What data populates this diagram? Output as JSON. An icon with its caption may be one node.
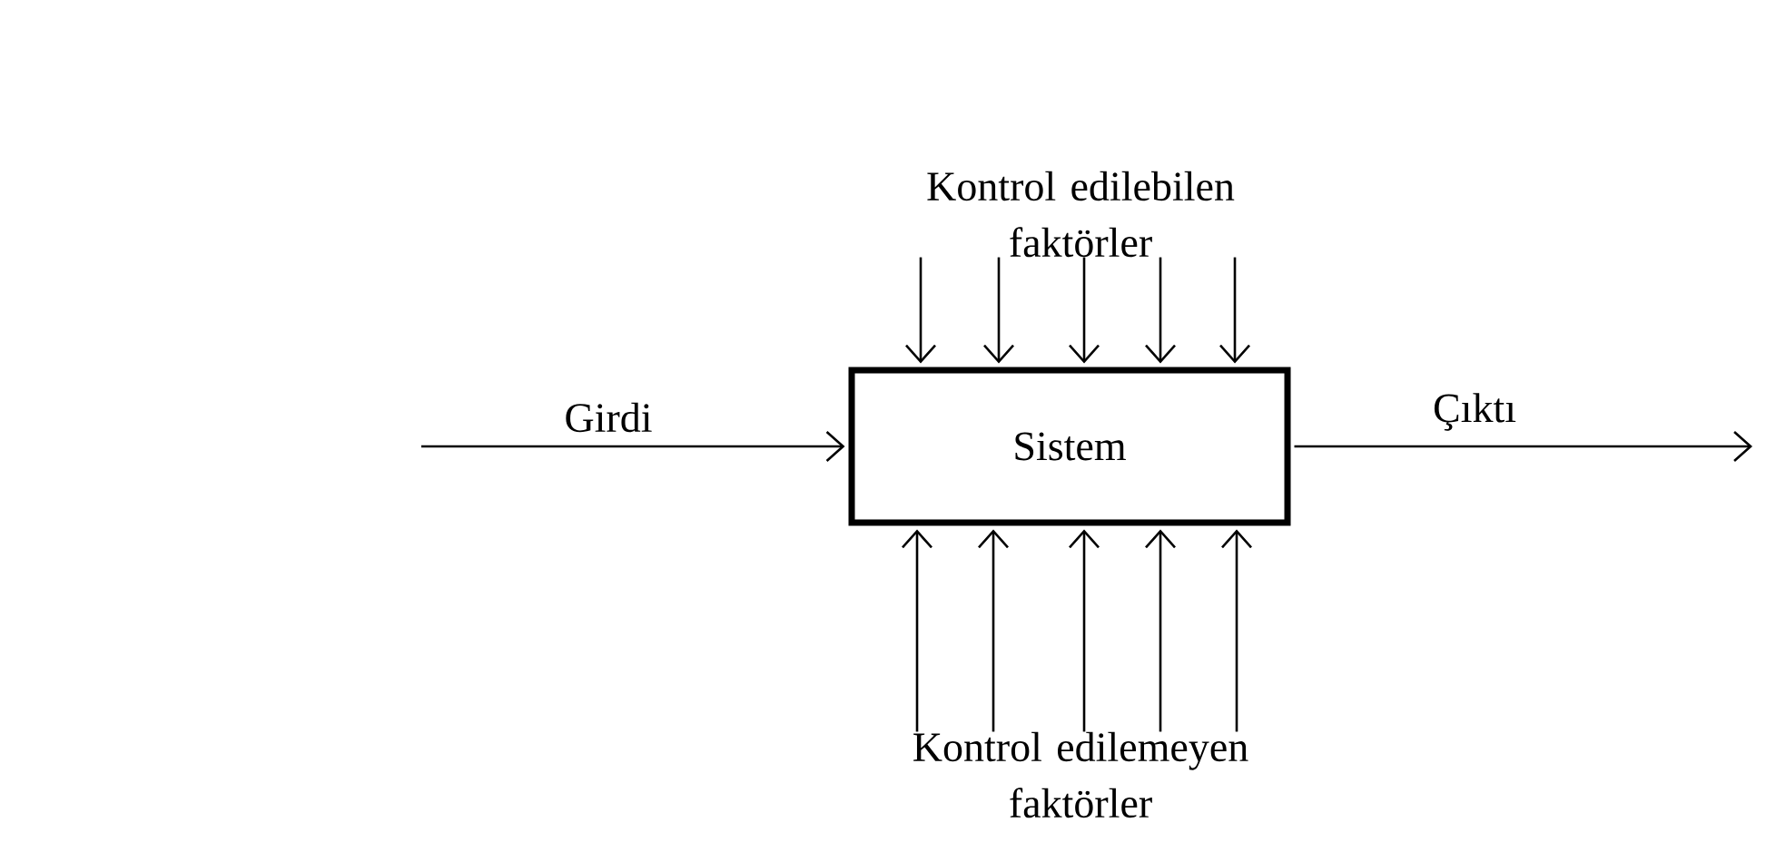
{
  "diagram": {
    "nodes": [
      {
        "text": [
          "Sistem"
        ]
      },
      {
        "text": [
          "Kontrol edilebilen faktörler"
        ]
      },
      {
        "text": [
          "Kontrol edilemeyen faktörler"
        ]
      }
    ],
    "edges": [
      {
        "from": null,
        "to": 0,
        "arrow": "to",
        "label": "Girdi"
      },
      {
        "from": 0,
        "to": null,
        "arrow": "to",
        "label": "Çıktı"
      },
      {
        "from": 1,
        "to": 0,
        "arrow": "to"
      },
      {
        "from": 1,
        "to": 0,
        "arrow": "to"
      },
      {
        "from": 1,
        "to": 0,
        "arrow": "to"
      },
      {
        "from": 1,
        "to": 0,
        "arrow": "to"
      },
      {
        "from": 1,
        "to": 0,
        "arrow": "to"
      },
      {
        "from": 2,
        "to": 0,
        "arrow": "to"
      },
      {
        "from": 2,
        "to": 0,
        "arrow": "to"
      },
      {
        "from": 2,
        "to": 0,
        "arrow": "to"
      },
      {
        "from": 2,
        "to": 0,
        "arrow": "to"
      },
      {
        "from": 2,
        "to": 0,
        "arrow": "to"
      }
    ]
  }
}
